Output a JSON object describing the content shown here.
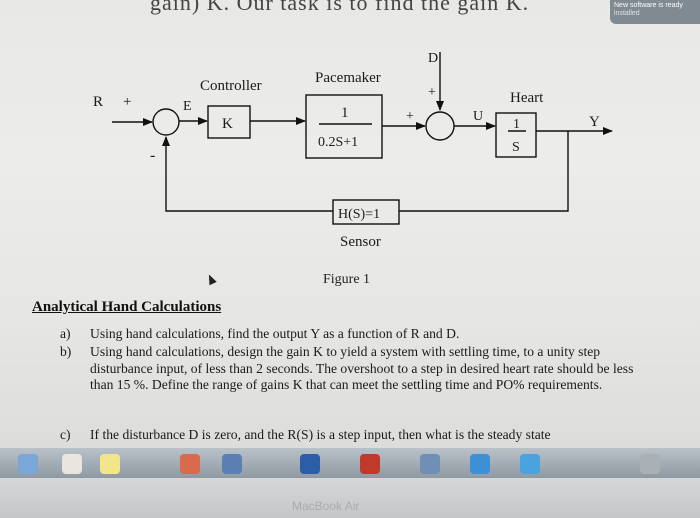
{
  "header_text": "gain) K. Our task is to find the gain K.",
  "notification": {
    "line1": "New software is ready",
    "line2": "installed"
  },
  "diagram": {
    "R": "R",
    "R_plus": "+",
    "E": "E",
    "minus": "-",
    "controller_title": "Controller",
    "controller_block": "K",
    "pacemaker_title": "Pacemaker",
    "pacemaker_num": "1",
    "pacemaker_den": "0.2S+1",
    "D": "D",
    "D_plus": "+",
    "sum2_plus": "+",
    "U": "U",
    "heart_title": "Heart",
    "heart_num": "1",
    "heart_den": "S",
    "Y": "Y",
    "sensor_block": "H(S)=1",
    "sensor_title": "Sensor"
  },
  "figure_caption": "Figure 1",
  "section_heading": "Analytical Hand Calculations",
  "items": [
    {
      "mark": "a)",
      "text": "Using hand calculations, find the output Y as a function of R and D."
    },
    {
      "mark": "b)",
      "text": "Using hand calculations, design the gain K to yield a system with settling time, to a unity step disturbance input, of less than 2 seconds. The overshoot to a step in desired heart rate should be less than 15 %. Define the range of gains K that can meet the settling time and PO% requirements."
    },
    {
      "mark": "c)",
      "text": "If the disturbance D is zero, and the R(S) is a step input, then what is the steady state"
    }
  ],
  "bezel_brand": "MacBook Air",
  "dock_icons": [
    "finder-icon",
    "calendar-icon",
    "notes-icon",
    "photos-icon",
    "itunes-icon",
    "word-icon",
    "acrobat-icon",
    "launchpad-icon",
    "safari-icon",
    "appstore-icon",
    "trash-icon"
  ]
}
